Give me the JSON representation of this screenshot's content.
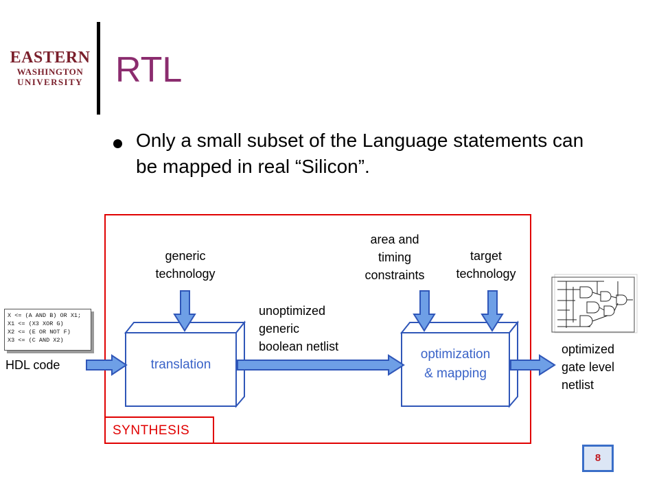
{
  "logo": {
    "line1": "EASTERN",
    "line2": "WASHINGTON",
    "line3": "UNIVERSITY"
  },
  "slide": {
    "title": "RTL",
    "bullet": "Only a small subset of the Language statements can be mapped in real “Silicon”.",
    "page_number": "8"
  },
  "diagram": {
    "frame_label": "SYNTHESIS",
    "hdl_code_lines": [
      "X <= (A AND B) OR X1;",
      "X1 <= (X3 XOR G)",
      "X2 <= (E OR NOT F)",
      "X3 <= (C AND X2)"
    ],
    "hdl_label": "HDL code",
    "generic_tech": [
      "generic",
      "technology"
    ],
    "translation_label": "translation",
    "netlist_label": [
      "unoptimized",
      "generic",
      "boolean netlist"
    ],
    "constraints": [
      "area and",
      "timing",
      "constraints"
    ],
    "target_tech": [
      "target",
      "technology"
    ],
    "optimization_label": [
      "optimization",
      "& mapping"
    ],
    "output_label": [
      "optimized",
      "gate level",
      "netlist"
    ]
  },
  "colors": {
    "title": "#8b2c6e",
    "frame": "#e00000",
    "arrow_fill": "#6e9fe6",
    "arrow_stroke": "#2f56b8",
    "box_text": "#3a63c8"
  }
}
